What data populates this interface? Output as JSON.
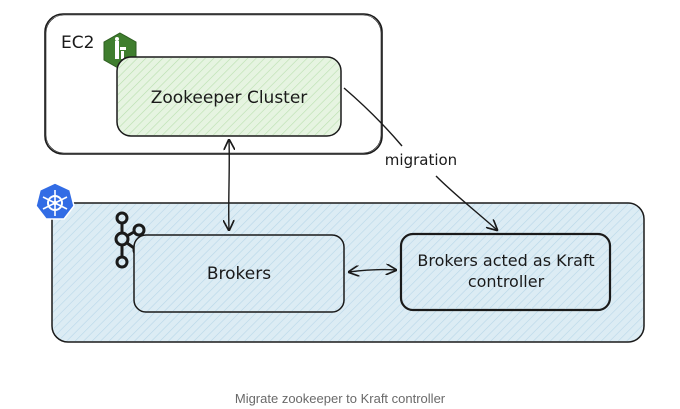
{
  "diagram": {
    "ec2_label": "EC2",
    "zookeeper_label": "Zookeeper Cluster",
    "brokers_label": "Brokers",
    "kraft_line1": "Brokers acted as Kraft",
    "kraft_line2": "controller",
    "migration_label": "migration",
    "icons": {
      "ec2": "ec2-zookeeper-icon",
      "kubernetes": "kubernetes-icon",
      "kafka": "kafka-icon"
    },
    "colors": {
      "zookeeper_fill": "#e6f4e1",
      "cluster_fill": "#dcecf4",
      "ec2_icon": "#3f7e2e",
      "kubernetes_icon": "#326ce5"
    }
  },
  "caption": "Migrate zookeeper to Kraft controller"
}
